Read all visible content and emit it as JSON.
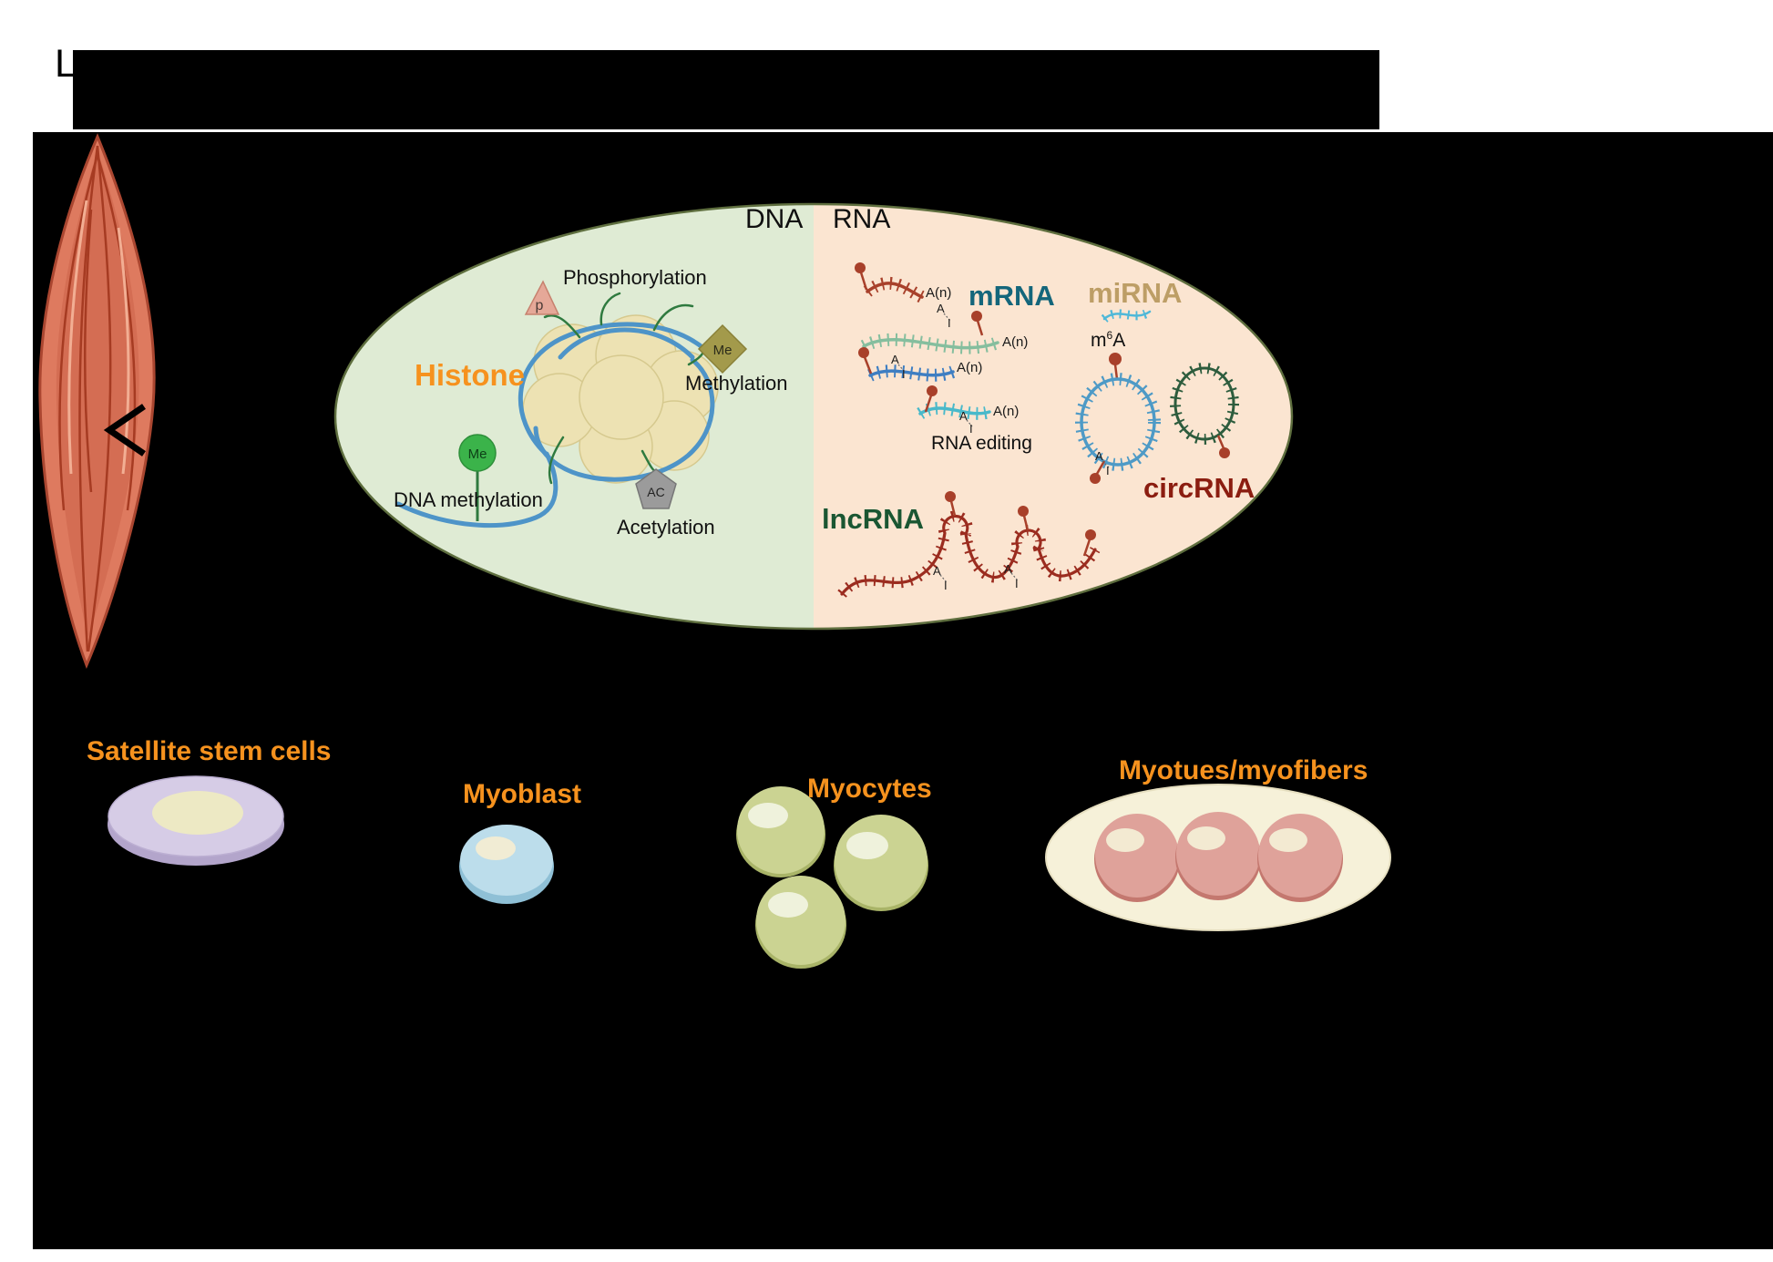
{
  "title": {
    "visible_text": "L"
  },
  "nucleus": {
    "dna_label": "DNA",
    "rna_label": "RNA",
    "dna_side": {
      "histone_label": "Histone",
      "phosphorylation_label": "Phosphorylation",
      "methylation_label": "Methylation",
      "dna_methylation_label": "DNA methylation",
      "acetylation_label": "Acetylation",
      "phospho_mark": "p",
      "methyl_mark": "Me",
      "dna_methyl_mark": "Me",
      "acetyl_mark": "AC"
    },
    "rna_side": {
      "mrna_label": "mRNA",
      "mirna_label": "miRNA",
      "m6a": {
        "base": "m",
        "sup": "6",
        "tail": "A"
      },
      "rna_editing_label": "RNA editing",
      "circrna_label": "circRNA",
      "lncrna_label": "lncRNA",
      "polya_label": "A(n)",
      "edit_from": "A",
      "edit_to": "I"
    }
  },
  "cells": {
    "satellite_label": "Satellite stem cells",
    "myoblast_label": "Myoblast",
    "myocytes_label": "Myocytes",
    "myofibers_label": "Myotues/myofibers"
  },
  "colors": {
    "orange": "#F6921E",
    "mrna_teal": "#14667B",
    "mirna_tan": "#BD9E66",
    "circrna_red": "#8B1D10",
    "lncrna_green": "#1A5632",
    "green_half": "#DFEBD4",
    "peach_half": "#FBE5D1",
    "ellipse_border": "#5E6E3E",
    "histone_fill": "#EDE2B3",
    "histone_stroke": "#D6C98E",
    "dna_strand": "#4E94C8",
    "tail_green": "#2F7A3F",
    "me_green": "#3BB34A",
    "p_pink": "#E5A898",
    "me_diamond": "#A39A4B",
    "ac_gray": "#9B9B9B",
    "lollipop": "#A8402A",
    "mrna_strand": "#A8402A",
    "seafoam_strand": "#85BE9E",
    "blue_strand": "#3E7EC2",
    "cyan_strand": "#49B9CA",
    "mirna_cyan": "#4FB8D8",
    "circ_blue": "#4E9AC6",
    "circ_green": "#2D5C3D",
    "lnc_red": "#9B2C1F",
    "muscle_body": "#DE7A5F",
    "muscle_dark": "#AA4630",
    "satellite_outer": "#D6CCE6",
    "satellite_inner": "#EDE9C4",
    "myoblast_blue": "#BCDDEB",
    "myocyte_green": "#CBD392",
    "myofiber_bg": "#F6F1D9",
    "myofiber_cell": "#DFA29A"
  }
}
